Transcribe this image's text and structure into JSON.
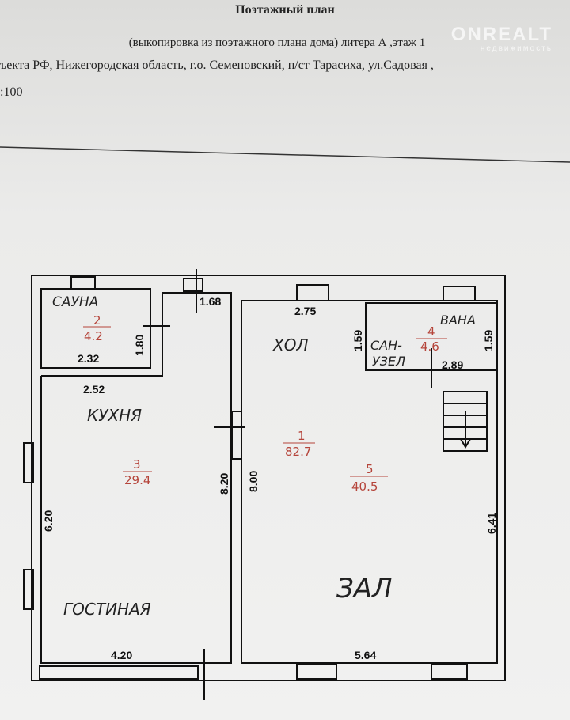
{
  "header": {
    "title": "Поэтажный план",
    "subtitle": "(выкопировка из поэтажного плана дома) литера А ,этаж 1",
    "address": "ъекта РФ, Нижегородская область, г.о. Семеновский, п/ст Тарасиха, ул.Садовая ,",
    "scale": ":100"
  },
  "watermark": {
    "brand": "ONREALT",
    "tagline": "недвижимость"
  },
  "rooms": {
    "sauna": {
      "name": "САУНА",
      "num": "2",
      "area": "4.2"
    },
    "kitchen": {
      "name": "КУХНЯ",
      "num": "3",
      "area": "29.4"
    },
    "living": {
      "name": "ГОСТИНАЯ"
    },
    "hall": {
      "name": "ХОЛ",
      "num": "1",
      "area": "82.7"
    },
    "bath": {
      "name": "ВАНА",
      "name2": "САН-",
      "name3": "УЗЕЛ",
      "num": "4",
      "area": "4.6"
    },
    "zal": {
      "name": "ЗАЛ",
      "num": "5",
      "area": "40.5"
    }
  },
  "dims": {
    "d232": "2.32",
    "d180": "1.80",
    "d168": "1.68",
    "d252": "2.52",
    "d820a": "8.20",
    "d620": "6.20",
    "d420": "4.20",
    "d275": "2.75",
    "d159a": "1.59",
    "d159b": "1.59",
    "d289": "2.89",
    "d800": "8.00",
    "d641": "6.41",
    "d564": "5.64"
  }
}
